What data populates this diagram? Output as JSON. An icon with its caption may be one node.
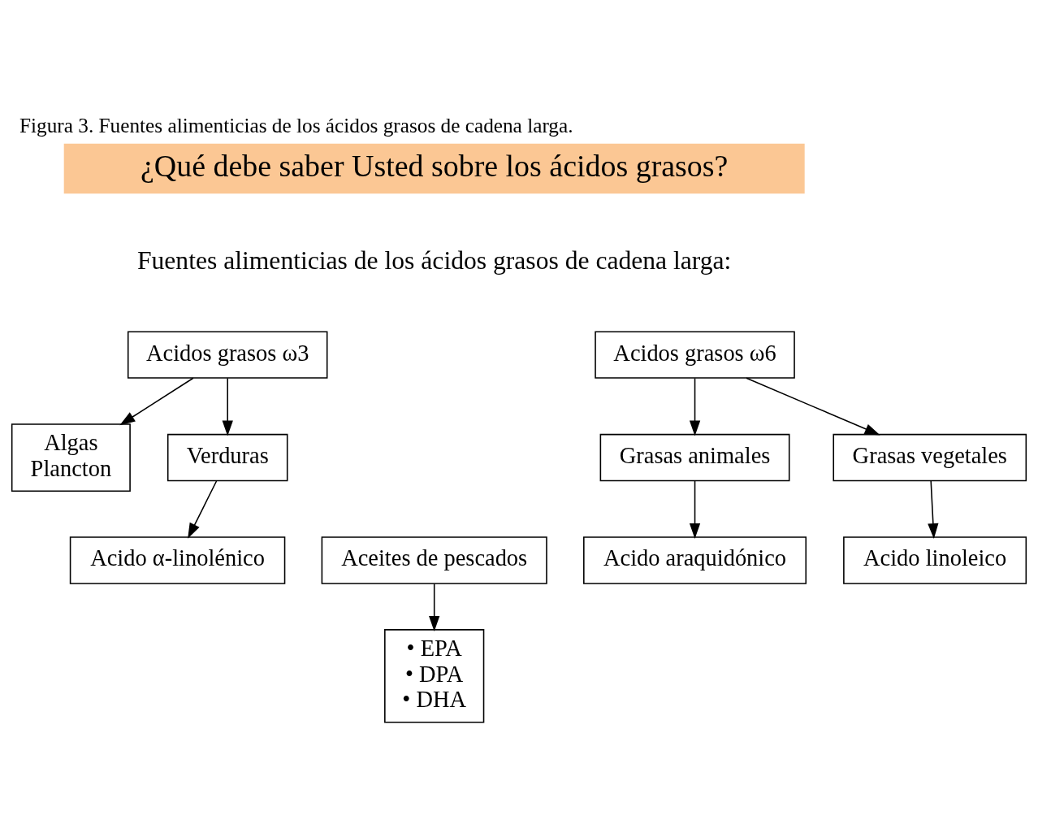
{
  "diagram": {
    "caption": "Figura 3. Fuentes alimenticias de los ácidos grasos de cadena larga.",
    "nodes": [
      {
        "text": [
          "¿Qué debe saber Usted sobre los ácidos grasos?"
        ]
      },
      {
        "text": [
          "Acidos grasos ω3"
        ]
      },
      {
        "text": [
          "Algas",
          "Plancton"
        ]
      },
      {
        "text": [
          "Aceites de pescados"
        ]
      },
      {
        "text": [
          "Verduras"
        ]
      },
      {
        "text": [
          "• EPA",
          "• DPA",
          "• DHA"
        ]
      },
      {
        "text": [
          "Acido α-linolénico"
        ]
      },
      {
        "text": [
          "Acidos grasos ω6"
        ]
      },
      {
        "text": [
          "Grasas animales"
        ]
      },
      {
        "text": [
          "Grasas vegetales"
        ]
      },
      {
        "text": [
          "Acido araquidónico"
        ]
      },
      {
        "text": [
          "Acido linoleico"
        ]
      }
    ],
    "edges": [
      {
        "from": 1,
        "to": 2,
        "arrow": "to"
      },
      {
        "from": 1,
        "to": 4,
        "arrow": "to"
      },
      {
        "from": 3,
        "to": 5,
        "arrow": "to"
      },
      {
        "from": 4,
        "to": 6,
        "arrow": "to"
      },
      {
        "from": 7,
        "to": 8,
        "arrow": "to"
      },
      {
        "from": 7,
        "to": 9,
        "arrow": "to"
      },
      {
        "from": 8,
        "to": 10,
        "arrow": "to"
      },
      {
        "from": 9,
        "to": 11,
        "arrow": "to"
      }
    ],
    "labels": [
      "Fuentes alimenticias de los ácidos grasos de cadena larga:"
    ]
  }
}
